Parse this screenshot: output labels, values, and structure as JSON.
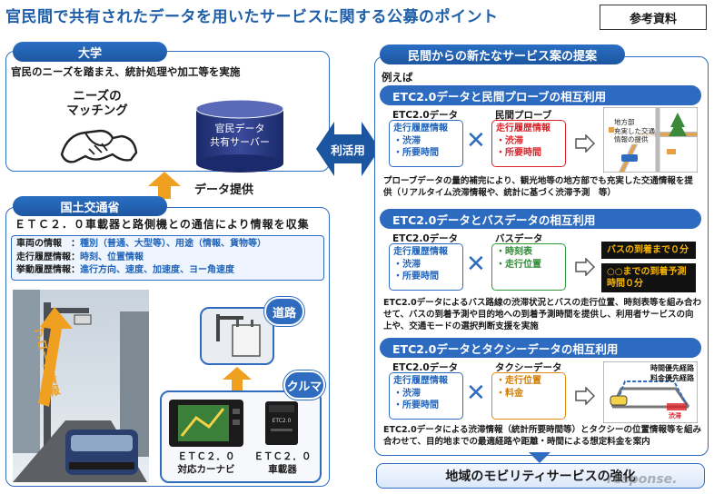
{
  "header": {
    "title": "官民間で共有されたデータを用いたサービスに関する公募のポイント",
    "reference": "参考資料"
  },
  "left": {
    "university": {
      "label": "大学",
      "description": "官民のニーズを踏まえ、統計処理や加工等を実施",
      "needs_line1": "ニーズの",
      "needs_line2": "マッチング",
      "server_line1": "官民データ",
      "server_line2": "共有サーバー"
    },
    "data_provide": "データ提供",
    "mlit": {
      "label": "国土交通省",
      "heading": "ＥＴＣ２．０車載器と路側機との通信により情報を収集",
      "rows": [
        {
          "label": "車両の情報　：",
          "value": "種別（普通、大型等）、用途（情報、貨物等）"
        },
        {
          "label": "走行履歴情報：",
          "value": "時刻、位置情報"
        },
        {
          "label": "挙動履歴情報：",
          "value": "進行方向、速度、加速度、ヨー角速度"
        }
      ],
      "probe_label": "プローブ情報",
      "road": "道路",
      "car": "クルマ",
      "navi_line1": "ＥＴＣ２．０",
      "navi_line2": "対応カーナビ",
      "unit_line1": "ＥＴＣ２．０",
      "unit_line2": "車載器",
      "device_brand": "ETC2.0"
    }
  },
  "center": {
    "utilize": "利活用"
  },
  "right": {
    "title": "民間からの新たなサービス案の提案",
    "example": "例えば",
    "sections": [
      {
        "title": "ETC2.0データと民間プローブの相互利用",
        "left_label": "ETC2.0データ",
        "left_items": [
          "走行履歴情報",
          "・渋滞",
          "・所要時間"
        ],
        "right_label": "民間プローブ",
        "right_items": [
          "走行履歴情報",
          "・渋滞",
          "・所要時間"
        ],
        "map_lines": [
          "地方部",
          "充実した交通",
          "情報の提供"
        ],
        "description": "プローブデータの量的補完により、観光地等の地方部でも充実した交通情報を提供（リアルタイム渋滞情報や、統計に基づく渋滞予測　等）"
      },
      {
        "title": "ETC2.0データとバスデータの相互利用",
        "left_label": "ETC2.0データ",
        "left_items": [
          "走行履歴情報",
          "・渋滞",
          "・所要時間"
        ],
        "right_label": "バスデータ",
        "right_items": [
          "・時刻表",
          "・走行位置"
        ],
        "msg1": "バスの到着まで０分",
        "msg2_line1": "○○までの到着予測",
        "msg2_line2": "時間０分",
        "description": "ETC2.0データによるバス路線の渋滞状況とバスの走行位置、時刻表等を組み合わせて、バスの到着予測や目的地への到着予測時間を提供し、利用者サービスの向上や、交通モードの選択判断支援を実施"
      },
      {
        "title": "ETC2.0データとタクシーデータの相互利用",
        "left_label": "ETC2.0データ",
        "left_items": [
          "走行履歴情報",
          "・渋滞",
          "・所要時間"
        ],
        "right_label": "タクシーデータ",
        "right_items": [
          "・走行位置",
          "・料金"
        ],
        "route_line1": "時間優先経路",
        "route_line2": "料金優先経路",
        "jam": "渋滞",
        "description": "ETC2.0データによる渋滞情報（統計所要時間等）とタクシーの位置情報等を組み合わせて、目的地までの最適経路や距離・時間による想定料金を案内"
      }
    ],
    "conclusion": "地域のモビリティサービスの強化",
    "watermark": "response."
  },
  "colors": {
    "primary_blue": "#2f6cc0",
    "title_blue": "#1f5fa8",
    "orange": "#f0a020",
    "red": "#d9232b",
    "green": "#2f9a3a"
  }
}
